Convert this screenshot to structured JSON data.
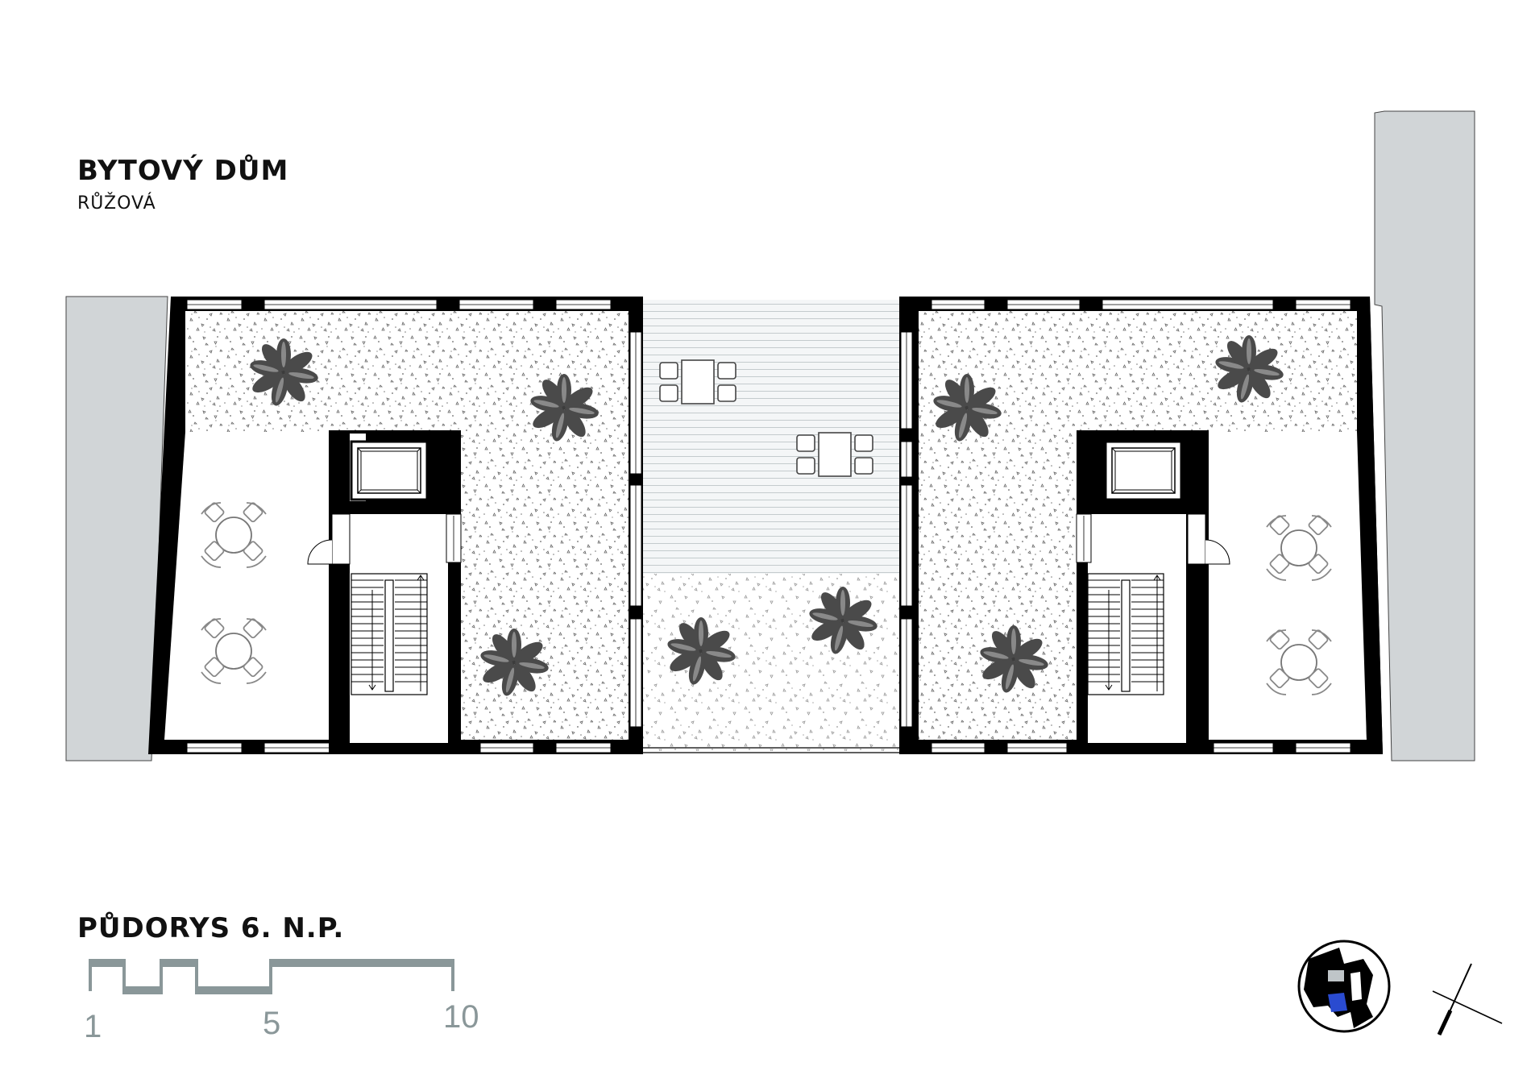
{
  "header": {
    "title": "BYTOVÝ DŮM",
    "subtitle": "RŮŽOVÁ"
  },
  "plan": {
    "title": "PŮDORYS 6. N.P."
  },
  "scale_bar": {
    "labels": [
      "1",
      "5",
      "10"
    ]
  },
  "colors": {
    "wall": "#000000",
    "neighbor": "#d1d5d7",
    "deck": "#f2f4f5",
    "scale": "#8a9799",
    "keyplan_highlight": "#2a4bd0"
  },
  "icons": [
    "fern-plant-icon",
    "table-chairs-icon",
    "round-table-icon",
    "elevator-icon",
    "stair-icon",
    "north-arrow-icon",
    "key-plan-icon"
  ]
}
